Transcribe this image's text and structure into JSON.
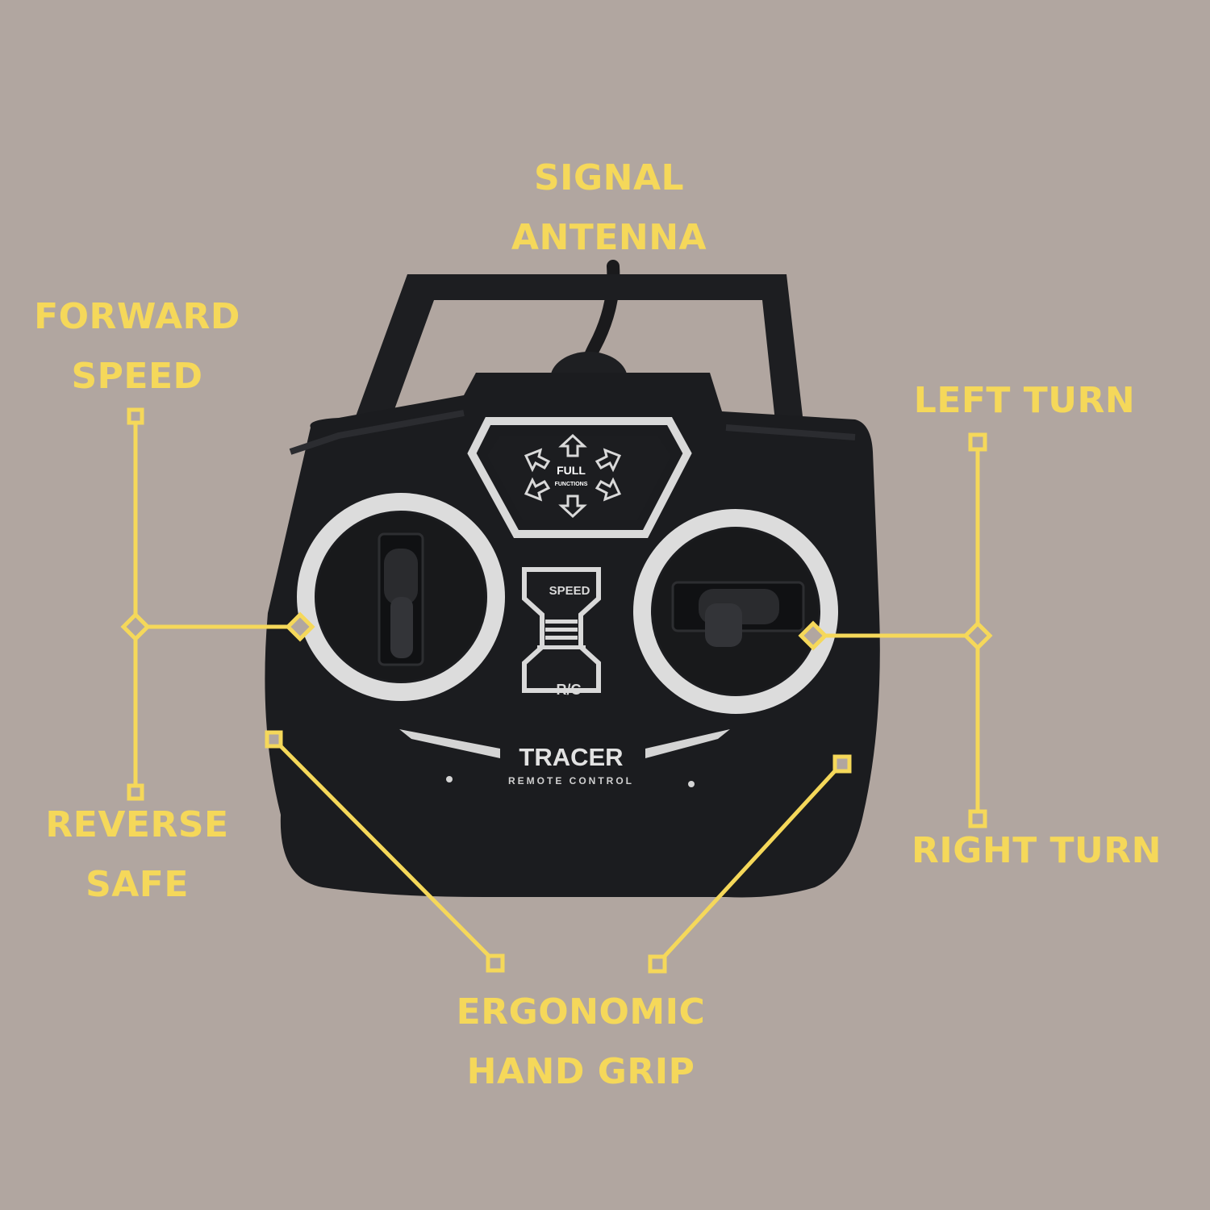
{
  "labels": {
    "signal_antenna": [
      "SIGNAL",
      "ANTENNA"
    ],
    "forward_speed": [
      "FORWARD",
      "SPEED"
    ],
    "reverse_safe": [
      "REVERSE",
      "SAFE"
    ],
    "left_turn": [
      "LEFT TURN"
    ],
    "right_turn": [
      "RIGHT TURN"
    ],
    "hand_grip": [
      "ERGONOMIC",
      "HAND GRIP"
    ]
  },
  "device": {
    "panel_text": [
      "FULL",
      "FUNCTIONS"
    ],
    "speed_label": "SPEED",
    "rc_label": "R/C",
    "brand": "TRACER",
    "brand_subtitle": "REMOTE CONTROL"
  },
  "colors": {
    "background": "#b1a6a0",
    "callout": "#f5d85a",
    "device_body": "#1b1c1f",
    "device_trim": "#dcdcdc"
  }
}
